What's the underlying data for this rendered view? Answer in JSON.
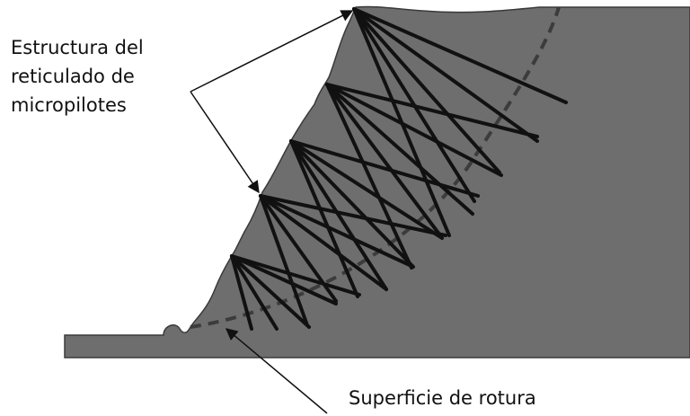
{
  "labels": {
    "micropile_structure": [
      "Estructura del",
      "reticulado de",
      "micropilotes"
    ],
    "failure_surface": "Superficie de rotura"
  },
  "colors": {
    "soil": "#6e6e6e",
    "soil_outline": "#3a3a3a",
    "micropile": "#111111",
    "failure_surface": "#3c3c3c",
    "leader_line": "#111111",
    "text": "#111111"
  }
}
